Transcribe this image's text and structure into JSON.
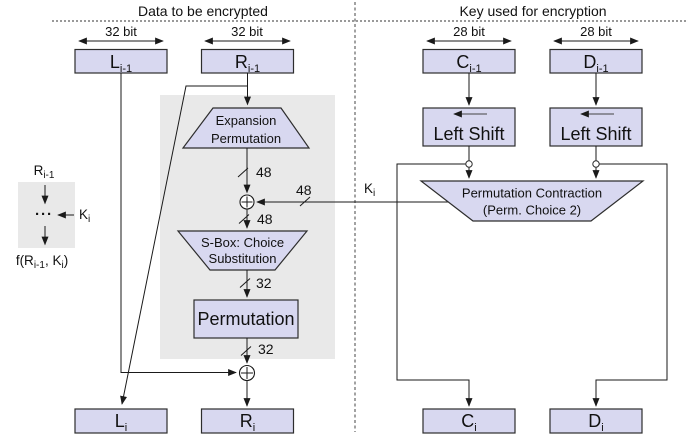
{
  "colors": {
    "box_fill": "#d8d8f0",
    "box_border": "#2d2d2d",
    "panel_gray": "#e9e9e9",
    "line": "#1a1a1a",
    "text": "#111111",
    "background": "#ffffff"
  },
  "header": {
    "left_title": "Data to be encrypted",
    "right_title": "Key used for encryption"
  },
  "bus_widths": {
    "left1": "32 bit",
    "left2": "32 bit",
    "right1": "28 bit",
    "right2": "28 bit"
  },
  "registers": {
    "l_prev": {
      "base": "L",
      "sub": "i-1"
    },
    "r_prev": {
      "base": "R",
      "sub": "i-1"
    },
    "c_prev": {
      "base": "C",
      "sub": "i-1"
    },
    "d_prev": {
      "base": "D",
      "sub": "i-1"
    },
    "l_next": {
      "base": "L",
      "sub": "i"
    },
    "r_next": {
      "base": "R",
      "sub": "i"
    },
    "c_next": {
      "base": "C",
      "sub": "i"
    },
    "d_next": {
      "base": "D",
      "sub": "i"
    }
  },
  "blocks": {
    "expansion": {
      "line1": "Expansion",
      "line2": "Permutation"
    },
    "sbox": {
      "line1": "S-Box: Choice",
      "line2": "Substitution"
    },
    "permutation": {
      "label": "Permutation"
    },
    "left_shift_c": {
      "label": "Left Shift"
    },
    "left_shift_d": {
      "label": "Left Shift"
    },
    "perm_contraction": {
      "line1": "Permutation Contraction",
      "line2": "(Perm. Choice 2)"
    }
  },
  "wire_labels": {
    "out_expansion": "48",
    "key_in": "48",
    "out_xor": "48",
    "out_sbox": "32",
    "out_permutation": "32",
    "key": {
      "base": "K",
      "sub": "i"
    }
  },
  "legend": {
    "input": {
      "base": "R",
      "sub": "i-1"
    },
    "dots": "···",
    "key": {
      "base": "K",
      "sub": "i"
    },
    "output": {
      "p1": "f(R",
      "s1": "i-1",
      "p2": ", K",
      "s2": "i",
      "p3": ")"
    }
  }
}
